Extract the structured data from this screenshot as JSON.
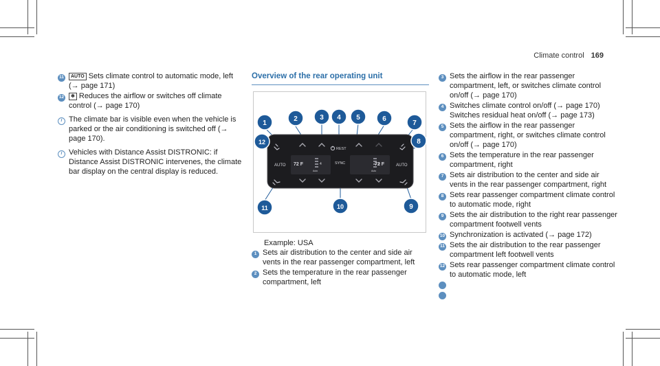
{
  "header": {
    "section": "Climate control",
    "page": "169"
  },
  "left_items": [
    {
      "marker": "11",
      "symbol": "AUTO",
      "text": "Sets climate control to automatic mode, left (→ page 171)"
    },
    {
      "marker": "12",
      "symbol": "❄",
      "text": "Reduces the airflow or switches off climate control (→ page 170)"
    }
  ],
  "left_notes": [
    "The climate bar is visible even when the vehicle is parked or the air conditioning is switched off (→ page 170).",
    "Vehicles with Distance Assist DISTRONIC: if Distance Assist DISTRONIC intervenes, the climate bar display on the central display is reduced."
  ],
  "mid": {
    "title": "Overview of the rear operating unit",
    "caption": "Example: USA",
    "items": [
      {
        "marker": "1",
        "text": "Sets air distribution to the center and side air vents in the rear passenger compartment, left"
      },
      {
        "marker": "2",
        "text": "Sets the temperature in the rear passenger compartment, left"
      }
    ]
  },
  "right_items": [
    {
      "marker": "3",
      "text": "Sets the airflow in the rear passenger compartment, left, or switches climate control on/off (→ page 170)"
    },
    {
      "marker": "4",
      "text": "Switches climate control on/off (→ page 170) Switches residual heat on/off (→ page 173)"
    },
    {
      "marker": "5",
      "text": "Sets the airflow in the rear passenger compartment, right, or switches climate control on/off (→ page 170)"
    },
    {
      "marker": "6",
      "text": "Sets the temperature in the rear passenger compartment, right"
    },
    {
      "marker": "7",
      "text": "Sets air distribution to the center and side air vents in the rear passenger compartment, right"
    },
    {
      "marker": "8",
      "text": "Sets rear passenger compartment climate control to automatic mode, right"
    },
    {
      "marker": "9",
      "text": "Sets the air distribution to the right rear passenger compartment footwell vents"
    },
    {
      "marker": "10",
      "text": "Synchronization is activated (→ page 172)"
    },
    {
      "marker": "11",
      "text": "Sets the air distribution to the rear passenger compartment left footwell vents"
    },
    {
      "marker": "12",
      "text": "Sets rear passenger compartment climate control to automatic mode, left"
    }
  ],
  "panel": {
    "callouts": [
      "1",
      "2",
      "3",
      "4",
      "5",
      "6",
      "7",
      "8",
      "9",
      "10",
      "11",
      "12"
    ],
    "auto_left": "AUTO",
    "auto_right": "AUTO",
    "temp_left": "72 F",
    "temp_right": "72 F",
    "sync": "SYNC",
    "rest": "REST",
    "fan_level_left": "4",
    "fan_level_right": "4",
    "fan_auto_left": "Auto",
    "fan_auto_right": "Auto"
  },
  "colors": {
    "accent": "#5d8fbf",
    "title": "#2c6fa8",
    "callout": "#1e5a99",
    "panel_bg": "#1c1c1f"
  }
}
